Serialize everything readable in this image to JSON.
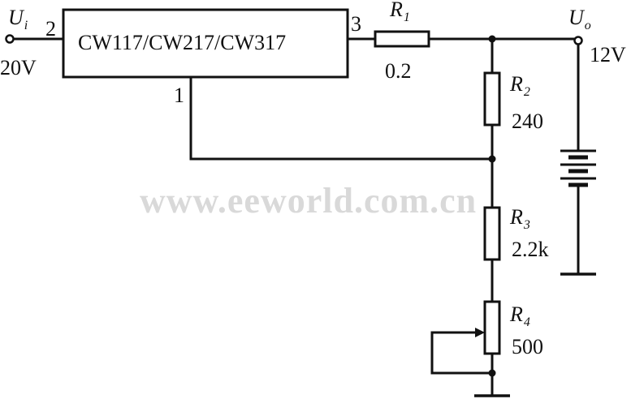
{
  "regulator": {
    "label": "CW117/CW217/CW317",
    "pin_in": "2",
    "pin_out": "3",
    "pin_adj": "1"
  },
  "input": {
    "symbol": "U",
    "subscript": "i",
    "voltage": "20V"
  },
  "output": {
    "symbol": "U",
    "subscript": "o",
    "voltage": "12V"
  },
  "resistors": [
    {
      "symbol": "R",
      "subscript": "1",
      "value": "0.2"
    },
    {
      "symbol": "R",
      "subscript": "2",
      "value": "240"
    },
    {
      "symbol": "R",
      "subscript": "3",
      "value": "2.2k"
    },
    {
      "symbol": "R",
      "subscript": "4",
      "value": "500"
    }
  ],
  "watermark": "www.eeworld.com.cn"
}
